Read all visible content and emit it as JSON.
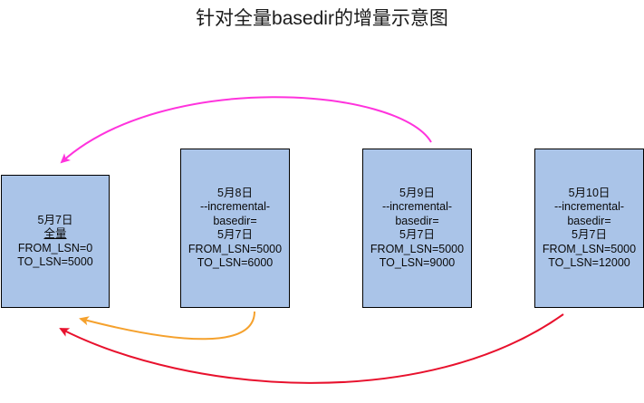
{
  "diagram": {
    "title": "针对全量basedir的增量示意图",
    "background_color": "#ffffff",
    "box_fill_color": "#aac4e8",
    "box_border_color": "#000000"
  },
  "boxes": [
    {
      "id": "full-backup",
      "date": "5月7日",
      "type_label": "全量",
      "from_lsn": "FROM_LSN=0",
      "to_lsn": "TO_LSN=5000"
    },
    {
      "id": "incremental-may8",
      "date": "5月8日",
      "option_line1": "--incremental-",
      "option_line2": "basedir=",
      "basedir_value": "5月7日",
      "from_lsn": "FROM_LSN=5000",
      "to_lsn": "TO_LSN=6000"
    },
    {
      "id": "incremental-may9",
      "date": "5月9日",
      "option_line1": "--incremental-",
      "option_line2": "basedir=",
      "basedir_value": "5月7日",
      "from_lsn": "FROM_LSN=5000",
      "to_lsn": "TO_LSN=9000"
    },
    {
      "id": "incremental-may10",
      "date": "5月10日",
      "option_line1": "--incremental-",
      "option_line2": "basedir=",
      "basedir_value": "5月7日",
      "from_lsn": "FROM_LSN=5000",
      "to_lsn": "TO_LSN=12000"
    }
  ],
  "arrows": [
    {
      "id": "arrow-may9-to-full",
      "color": "#ff33dd",
      "from": "incremental-may9",
      "to": "full-backup",
      "route": "over-top"
    },
    {
      "id": "arrow-may8-to-full",
      "color": "#f5a12d",
      "from": "incremental-may8",
      "to": "full-backup",
      "route": "under-bottom"
    },
    {
      "id": "arrow-may10-to-full",
      "color": "#e8112d",
      "from": "incremental-may10",
      "to": "full-backup",
      "route": "under-bottom-long"
    }
  ]
}
